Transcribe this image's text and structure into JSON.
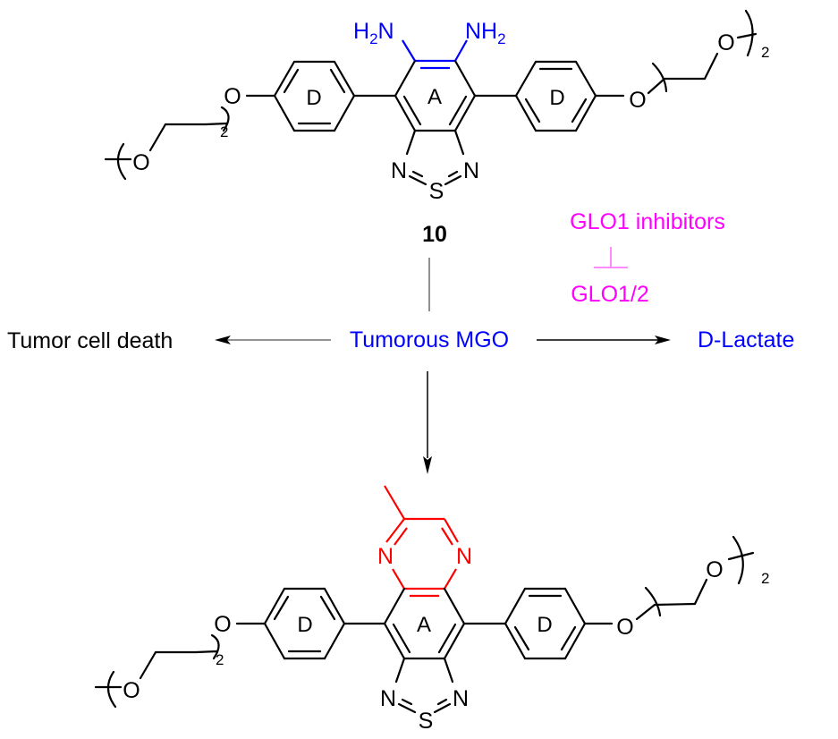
{
  "figure": {
    "compound_top": {
      "number_label": "10",
      "amine_left": {
        "main": "H",
        "sub": "2",
        "tail": "N"
      },
      "amine_right": {
        "main": "NH",
        "sub": "2"
      },
      "ring_labels": {
        "core": "A",
        "aryl_left": "D",
        "aryl_right": "D"
      },
      "thiadiazole": {
        "n_left": "N",
        "n_right": "N",
        "s": "S"
      },
      "ether_o": "O",
      "repeat_subscript": "2"
    },
    "pathway": {
      "center": {
        "text": "Tumorous MGO",
        "color": "#0000ff"
      },
      "left_product": {
        "text": "Tumor cell death",
        "color": "#000000"
      },
      "right_product": {
        "text": "D-Lactate",
        "color": "#0000ff"
      },
      "enzyme": {
        "text": "GLO1/2",
        "color": "#ff00ff"
      },
      "inhibitor": {
        "text": "GLO1 inhibitors",
        "color": "#ff00ff"
      }
    },
    "compound_bottom": {
      "pyrazine": {
        "n_left": "N",
        "n_right": "N",
        "color": "#ff0000"
      },
      "ring_labels": {
        "core": "A",
        "aryl_left": "D",
        "aryl_right": "D"
      },
      "thiadiazole": {
        "n_left": "N",
        "n_right": "N",
        "s": "S"
      },
      "ether_o": "O",
      "repeat_subscript": "2"
    }
  }
}
